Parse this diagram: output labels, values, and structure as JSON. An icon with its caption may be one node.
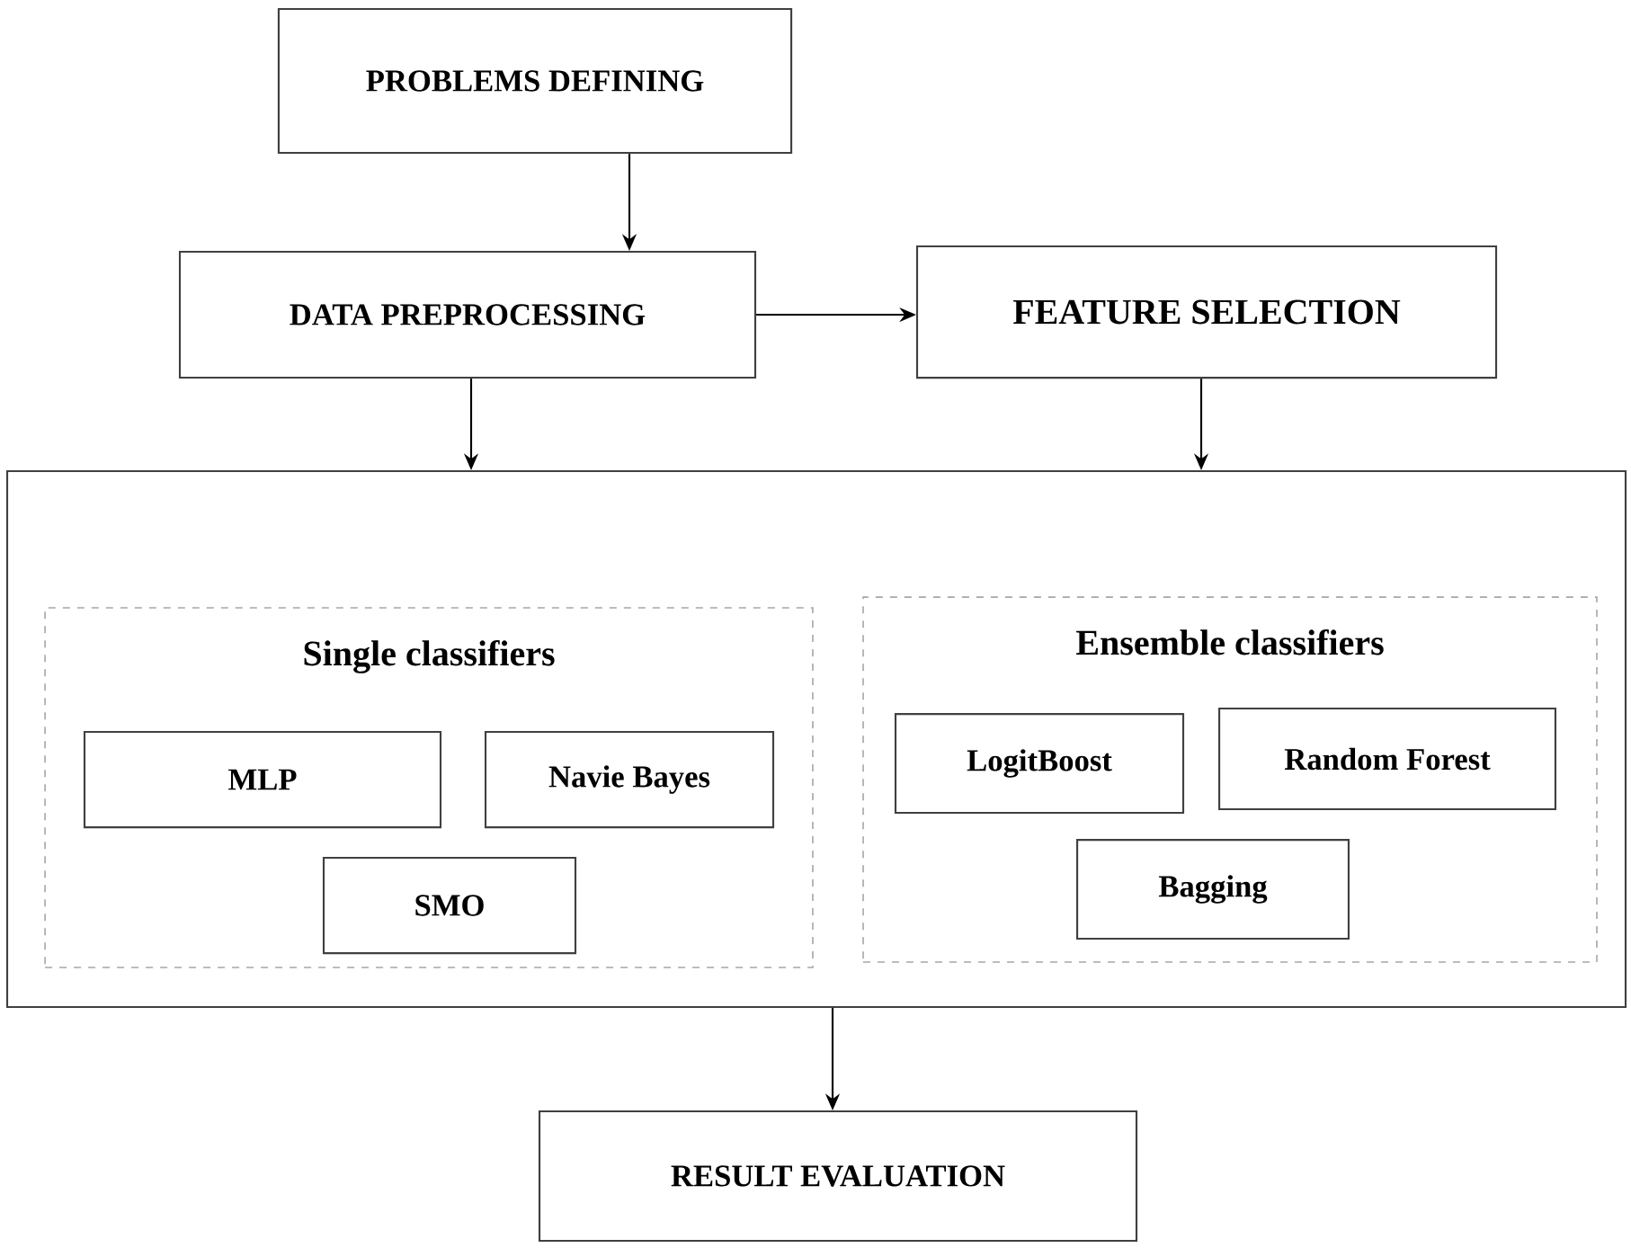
{
  "diagram": {
    "nodes": [
      {
        "text": [
          "PROBLEMS DEFINING"
        ]
      },
      {
        "text": [
          "DATA PREPROCESSING"
        ]
      },
      {
        "text": [
          "FEATURE SELECTION"
        ]
      },
      {
        "text": [],
        "shape": "box"
      },
      {
        "text": [
          "Single classifiers"
        ],
        "in": 3
      },
      {
        "text": [
          "MLP"
        ],
        "in": 4
      },
      {
        "text": [
          "Navie Bayes"
        ],
        "in": 4
      },
      {
        "text": [
          "SMO"
        ],
        "in": 4
      },
      {
        "text": [
          "Ensemble classifiers"
        ],
        "in": 3
      },
      {
        "text": [
          "LogitBoost"
        ],
        "in": 8
      },
      {
        "text": [
          "Random Forest"
        ],
        "in": 8
      },
      {
        "text": [
          "Bagging"
        ],
        "in": 8
      },
      {
        "text": [
          "RESULT EVALUATION"
        ]
      }
    ],
    "edges": [
      {
        "from": 0,
        "to": 1,
        "arrow": "to"
      },
      {
        "from": 1,
        "to": 2,
        "arrow": "to"
      },
      {
        "from": 1,
        "to": 3,
        "arrow": "to"
      },
      {
        "from": 2,
        "to": 3,
        "arrow": "to"
      },
      {
        "from": 3,
        "to": 12,
        "arrow": "to"
      }
    ]
  }
}
